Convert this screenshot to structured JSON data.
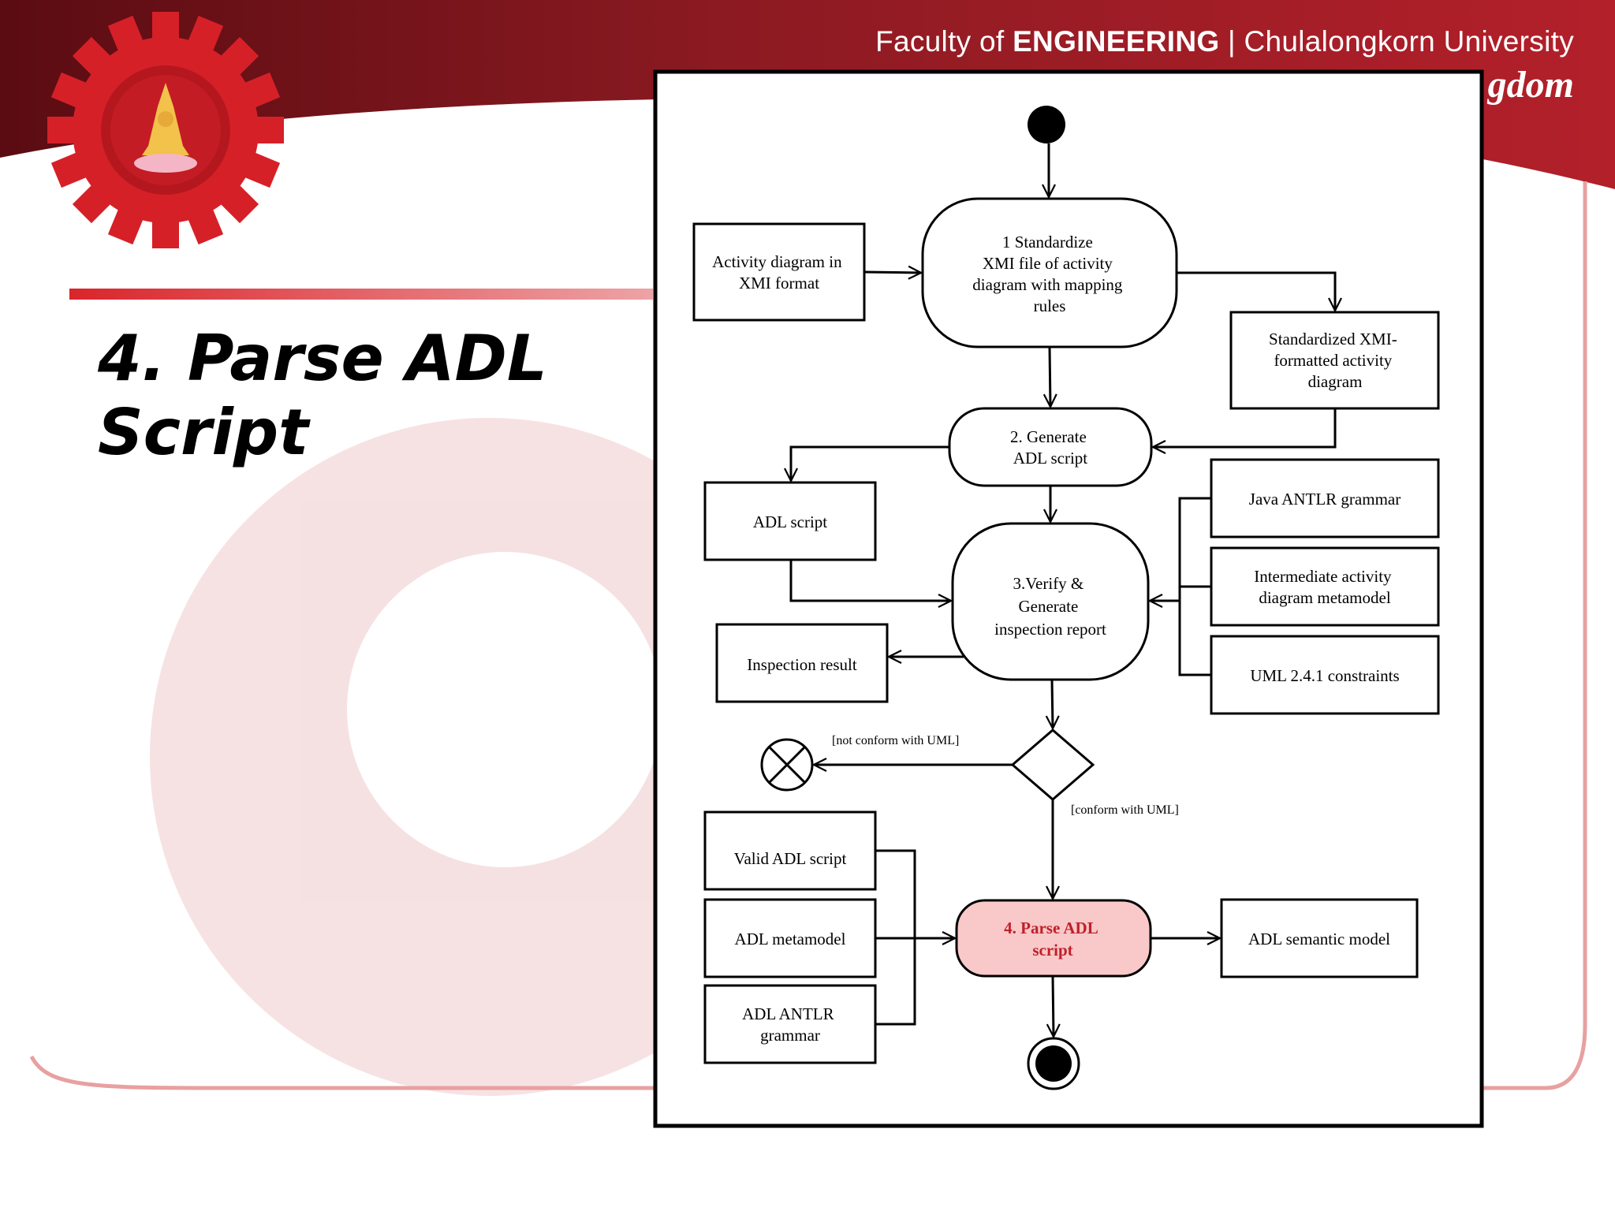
{
  "header": {
    "faculty_prefix": "Faculty of ",
    "faculty_name": "ENGINEERING",
    "separator": " | ",
    "university": "Chulalongkorn University",
    "tagline_fragment": "gdom"
  },
  "logo": {
    "icon": "gear-emblem-icon"
  },
  "slide": {
    "title_line1": "4. Parse ADL",
    "title_line2": "Script"
  },
  "colors": {
    "header_red": "#8c1a22",
    "accent_red": "#d9252b",
    "highlight_fill": "#f9c8c8",
    "highlight_text": "#c0202a"
  },
  "diagram": {
    "inputs": {
      "activity_xmi": [
        "Activity diagram in",
        "XMI format"
      ],
      "standardized_xmi": [
        "Standardized XMI-",
        "formatted activity",
        "diagram"
      ],
      "adl_script": [
        "ADL script"
      ],
      "inspection_result": [
        "Inspection result"
      ],
      "java_antlr": [
        "Java ANTLR grammar"
      ],
      "intermediate_metamodel": [
        "Intermediate activity",
        "diagram metamodel"
      ],
      "uml_constraints": [
        "UML 2.4.1 constraints"
      ],
      "valid_adl": [
        "Valid ADL script"
      ],
      "adl_metamodel": [
        "ADL metamodel"
      ],
      "adl_antlr": [
        "ADL ANTLR",
        "grammar"
      ],
      "adl_semantic": [
        "ADL semantic model"
      ]
    },
    "actions": {
      "a1": [
        "1  Standardize",
        "XMI file of activity",
        "diagram with  mapping",
        "rules"
      ],
      "a2": [
        "2. Generate",
        "ADL script"
      ],
      "a3": [
        "3.Verify &",
        "Generate",
        "inspection report"
      ],
      "a4": [
        "4. Parse ADL",
        "script"
      ]
    },
    "guards": {
      "not_conform": "[not conform with UML]",
      "conform": "[conform with UML]"
    }
  }
}
